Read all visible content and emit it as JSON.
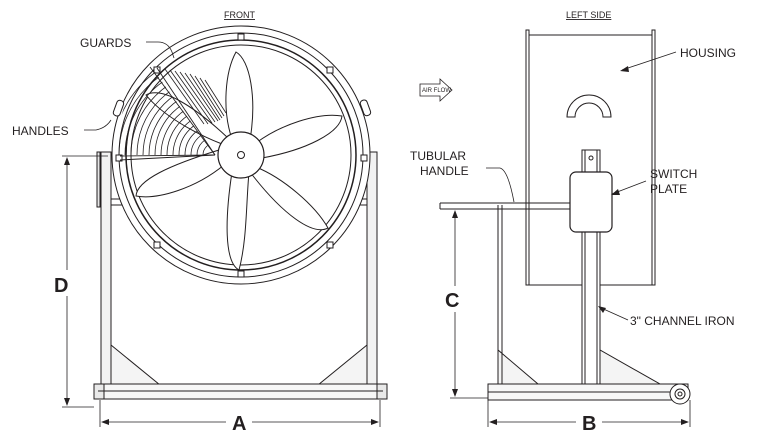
{
  "views": {
    "front": "FRONT",
    "left_side": "LEFT SIDE"
  },
  "callouts": {
    "guards": "GUARDS",
    "handles": "HANDLES",
    "housing": "HOUSING",
    "tubular_handle_line1": "TUBULAR",
    "tubular_handle_line2": "HANDLE",
    "switch_plate_line1": "SWITCH",
    "switch_plate_line2": "PLATE",
    "channel_iron": "3\" CHANNEL IRON",
    "air_flow": "AIR FLOW"
  },
  "dimensions": {
    "a": "A",
    "b": "B",
    "c": "C",
    "d": "D"
  },
  "colors": {
    "line": "#231f20",
    "background": "#ffffff"
  }
}
